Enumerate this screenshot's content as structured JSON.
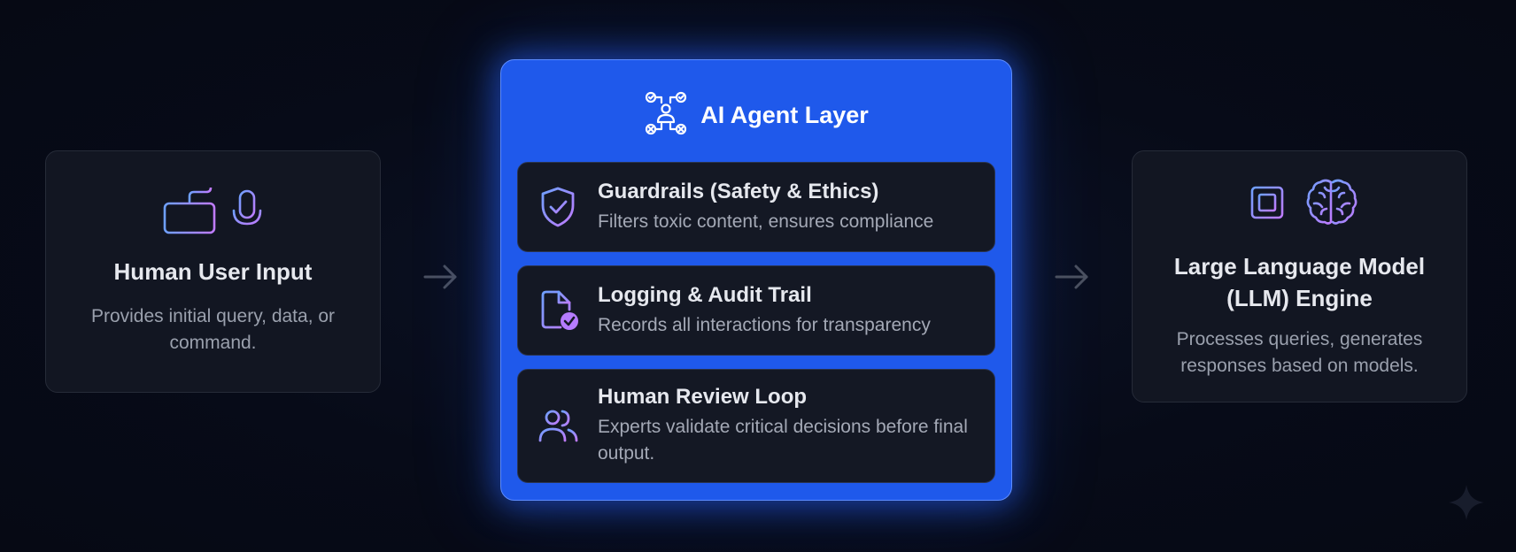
{
  "input_card": {
    "title": "Human User Input",
    "description": "Provides initial query, data, or command.",
    "icons": [
      "keyboard-icon",
      "microphone-icon"
    ]
  },
  "agent_layer": {
    "title": "AI Agent Layer",
    "icon": "agent-network-icon",
    "color": "#1f59eb",
    "items": [
      {
        "title": "Guardrails (Safety & Ethics)",
        "description": "Filters toxic content, ensures compliance",
        "icon": "shield-check-icon"
      },
      {
        "title": "Logging & Audit Trail",
        "description": "Records all interactions for transparency",
        "icon": "document-check-icon"
      },
      {
        "title": "Human Review Loop",
        "description": "Experts validate critical decisions before final output.",
        "icon": "users-icon"
      }
    ]
  },
  "output_card": {
    "title": "Large Language Model (LLM) Engine",
    "description": "Processes queries, generates responses based on models.",
    "icons": [
      "cpu-chip-icon",
      "brain-icon"
    ]
  },
  "colors": {
    "background": "#070b18",
    "card": "#121622",
    "accent_blue": "#1f59eb",
    "icon_gradient_start": "#6ea0ff",
    "icon_gradient_end": "#c07bff"
  }
}
